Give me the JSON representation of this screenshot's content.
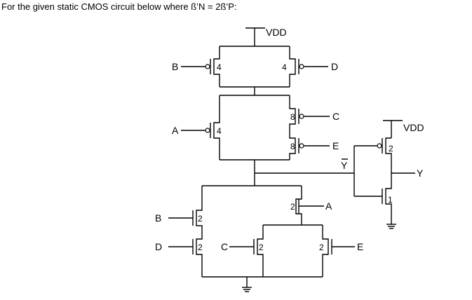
{
  "question": {
    "text": "For the given static CMOS circuit below where ß’N = 2ß’P:"
  },
  "rails": {
    "vdd_main": "VDD",
    "vdd_inv": "VDD"
  },
  "inputs": {
    "b_top": "B",
    "a_left": "A",
    "d_top": "D",
    "c_top": "C",
    "e_top": "E",
    "a_bottom": "A",
    "b_bottom": "B",
    "d_bottom": "D",
    "c_bottom": "C",
    "e_bottom": "E"
  },
  "nodes": {
    "y_bar": "Y",
    "y_out": "Y"
  },
  "sizes": {
    "pmos_b": "4",
    "pmos_d": "4",
    "pmos_a": "4",
    "pmos_c": "8",
    "pmos_e": "8",
    "inv_p": "2",
    "inv_n": "1",
    "nmos_a": "2",
    "nmos_b": "2",
    "nmos_d": "2",
    "nmos_c": "2",
    "nmos_e": "2"
  }
}
